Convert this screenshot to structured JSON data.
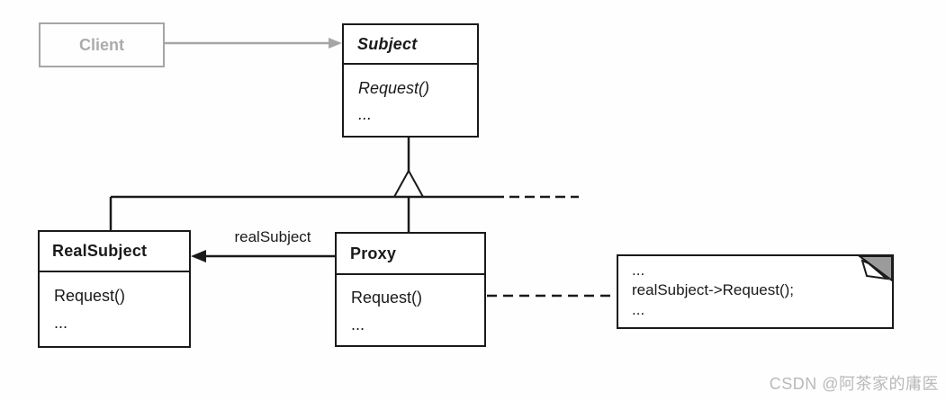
{
  "diagram": {
    "classes": {
      "client": {
        "name": "Client"
      },
      "subject": {
        "name": "Subject",
        "methods": [
          "Request()",
          "..."
        ]
      },
      "real_subject": {
        "name": "RealSubject",
        "methods": [
          "Request()",
          "..."
        ]
      },
      "proxy": {
        "name": "Proxy",
        "methods": [
          "Request()",
          "..."
        ]
      }
    },
    "labels": {
      "association": "realSubject"
    },
    "note": {
      "lines": [
        "...",
        "realSubject->Request();",
        "..."
      ]
    },
    "colors": {
      "line": "#1a1a1a",
      "muted_gray": "#a5a5a5",
      "fold_gray": "#9b9b9b",
      "watermark_gray": "#b9b9b9"
    }
  },
  "watermark": {
    "text": "CSDN @阿茶家的庸医"
  }
}
